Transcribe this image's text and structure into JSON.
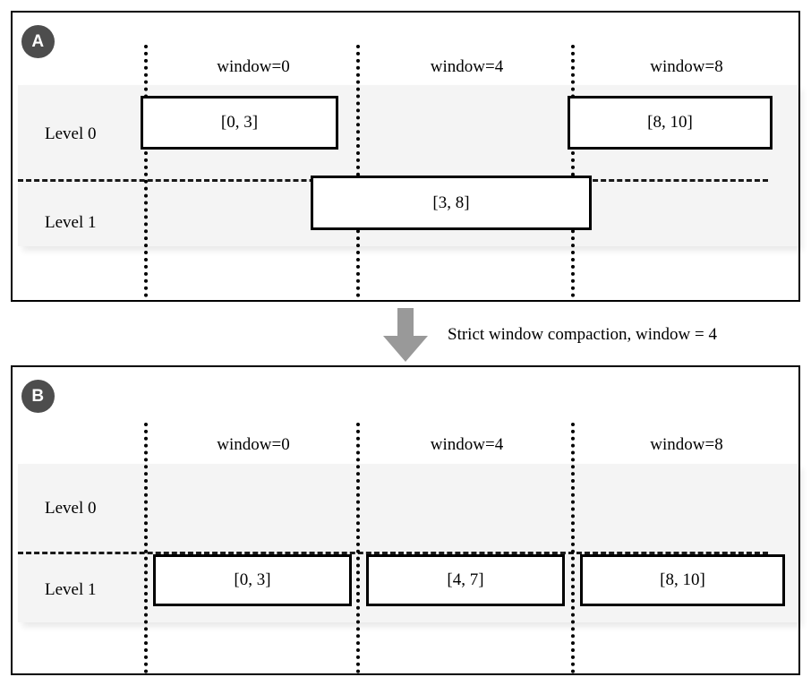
{
  "figure": {
    "panels": [
      {
        "id": "A",
        "badge": "A",
        "columns": [
          {
            "label": "window=0"
          },
          {
            "label": "window=4"
          },
          {
            "label": "window=8"
          }
        ],
        "levels": [
          {
            "label": "Level 0"
          },
          {
            "label": "Level 1"
          }
        ],
        "intervals": [
          {
            "label": "[0, 3]",
            "level": "Level 0",
            "window": "window=0"
          },
          {
            "label": "[8, 10]",
            "level": "Level 0",
            "window": "window=8"
          },
          {
            "label": "[3, 8]",
            "level": "Level 1",
            "window": "window=4"
          }
        ]
      },
      {
        "id": "B",
        "badge": "B",
        "columns": [
          {
            "label": "window=0"
          },
          {
            "label": "window=4"
          },
          {
            "label": "window=8"
          }
        ],
        "levels": [
          {
            "label": "Level 0"
          },
          {
            "label": "Level 1"
          }
        ],
        "intervals": [
          {
            "label": "[0, 3]",
            "level": "Level 1",
            "window": "window=0"
          },
          {
            "label": "[4, 7]",
            "level": "Level 1",
            "window": "window=4"
          },
          {
            "label": "[8, 10]",
            "level": "Level 1",
            "window": "window=8"
          }
        ]
      }
    ],
    "transition": {
      "icon": "down-arrow-icon",
      "label": "Strict window compaction, window = 4"
    },
    "colors": {
      "badge_fill": "#4d4d4d",
      "badge_text": "#ffffff",
      "band_fill": "#f4f4f4",
      "arrow_fill": "#999999",
      "line": "#000000",
      "page_background": "#ffffff"
    }
  }
}
